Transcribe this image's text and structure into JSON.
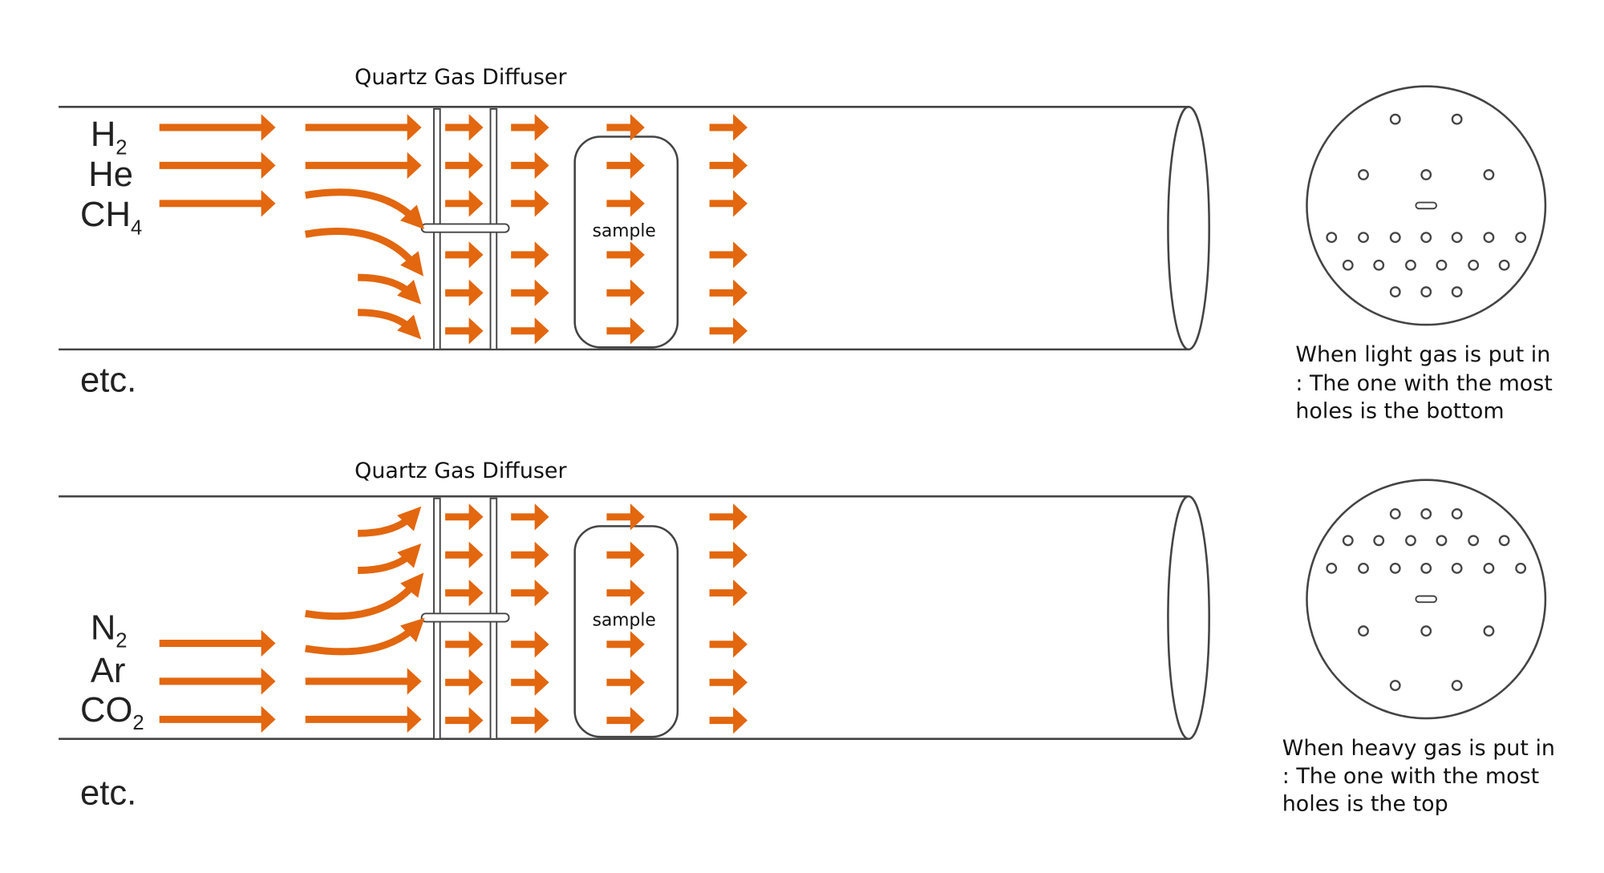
{
  "colors": {
    "arrow": "#E2670F",
    "line": "#444444"
  },
  "panels": [
    {
      "id": "light",
      "diffuser_label": "Quartz Gas Diffuser",
      "sample_label": "sample",
      "gases": [
        {
          "main": "H",
          "sub": "2"
        },
        {
          "main": "He",
          "sub": ""
        },
        {
          "main": "CH",
          "sub": "4"
        }
      ],
      "etc_label": "etc.",
      "caption": [
        "When light gas is put in",
        ": The one with the most",
        "holes is the bottom"
      ]
    },
    {
      "id": "heavy",
      "diffuser_label": "Quartz Gas Diffuser",
      "sample_label": "sample",
      "gases": [
        {
          "main": "N",
          "sub": "2"
        },
        {
          "main": "Ar",
          "sub": ""
        },
        {
          "main": "CO",
          "sub": "2"
        }
      ],
      "etc_label": "etc.",
      "caption": [
        "When heavy gas is put in",
        ": The one with the most",
        "holes is the top"
      ]
    }
  ]
}
